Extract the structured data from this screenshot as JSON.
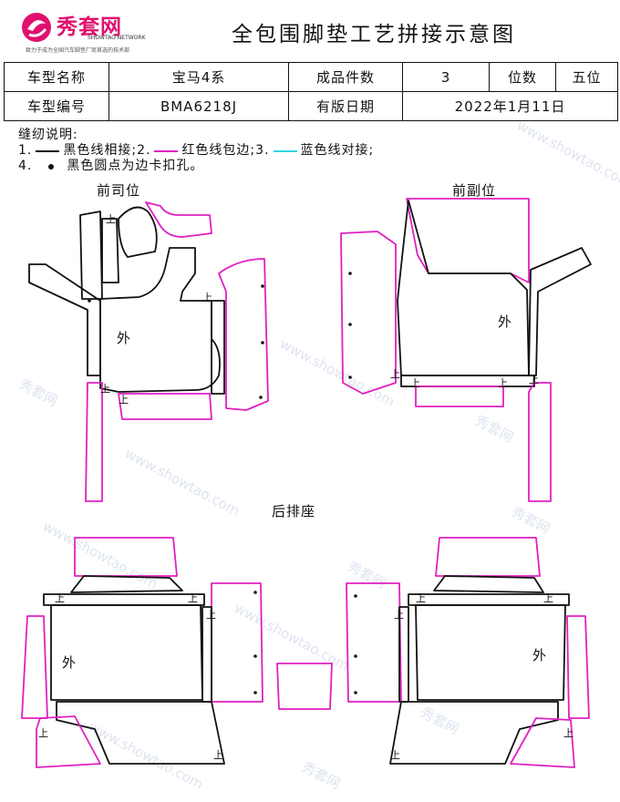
{
  "logo": {
    "name_cn": "秀套网",
    "name_en": "SHOWTAO NETWORK",
    "tagline": "致力于成为全国汽车脚垫厂商首选的技术部"
  },
  "title": "全包围脚垫工艺拼接示意图",
  "info": {
    "model_name_label": "车型名称",
    "model_name_value": "宝马4系",
    "piece_count_label": "成品件数",
    "piece_count_value": "3",
    "seats_label": "位数",
    "seats_value": "五位",
    "model_code_label": "车型编号",
    "model_code_value": "BMA6218J",
    "plate_date_label": "有版日期",
    "plate_date_value": "2022年1月11日"
  },
  "legend": {
    "heading": "缝纫说明:",
    "item1_num": "1.",
    "item1_text": "黑色线相接;",
    "item2_num": "2.",
    "item2_text": "红色线包边;",
    "item3_num": "3.",
    "item3_text": "蓝色线对接;",
    "item4_num": "4.",
    "item4_text": "黑色圆点为边卡扣孔。"
  },
  "sections": {
    "driver": "前司位",
    "passenger": "前副位",
    "rear": "后排座"
  },
  "marks": {
    "outer": "外",
    "up": "上"
  },
  "watermark": {
    "cn": "秀套网",
    "url": "www.showtao.com"
  },
  "colors": {
    "black_line": "#111111",
    "red_line": "#e020c0",
    "blue_line": "#33d6e6",
    "brand": "#e0106e"
  }
}
